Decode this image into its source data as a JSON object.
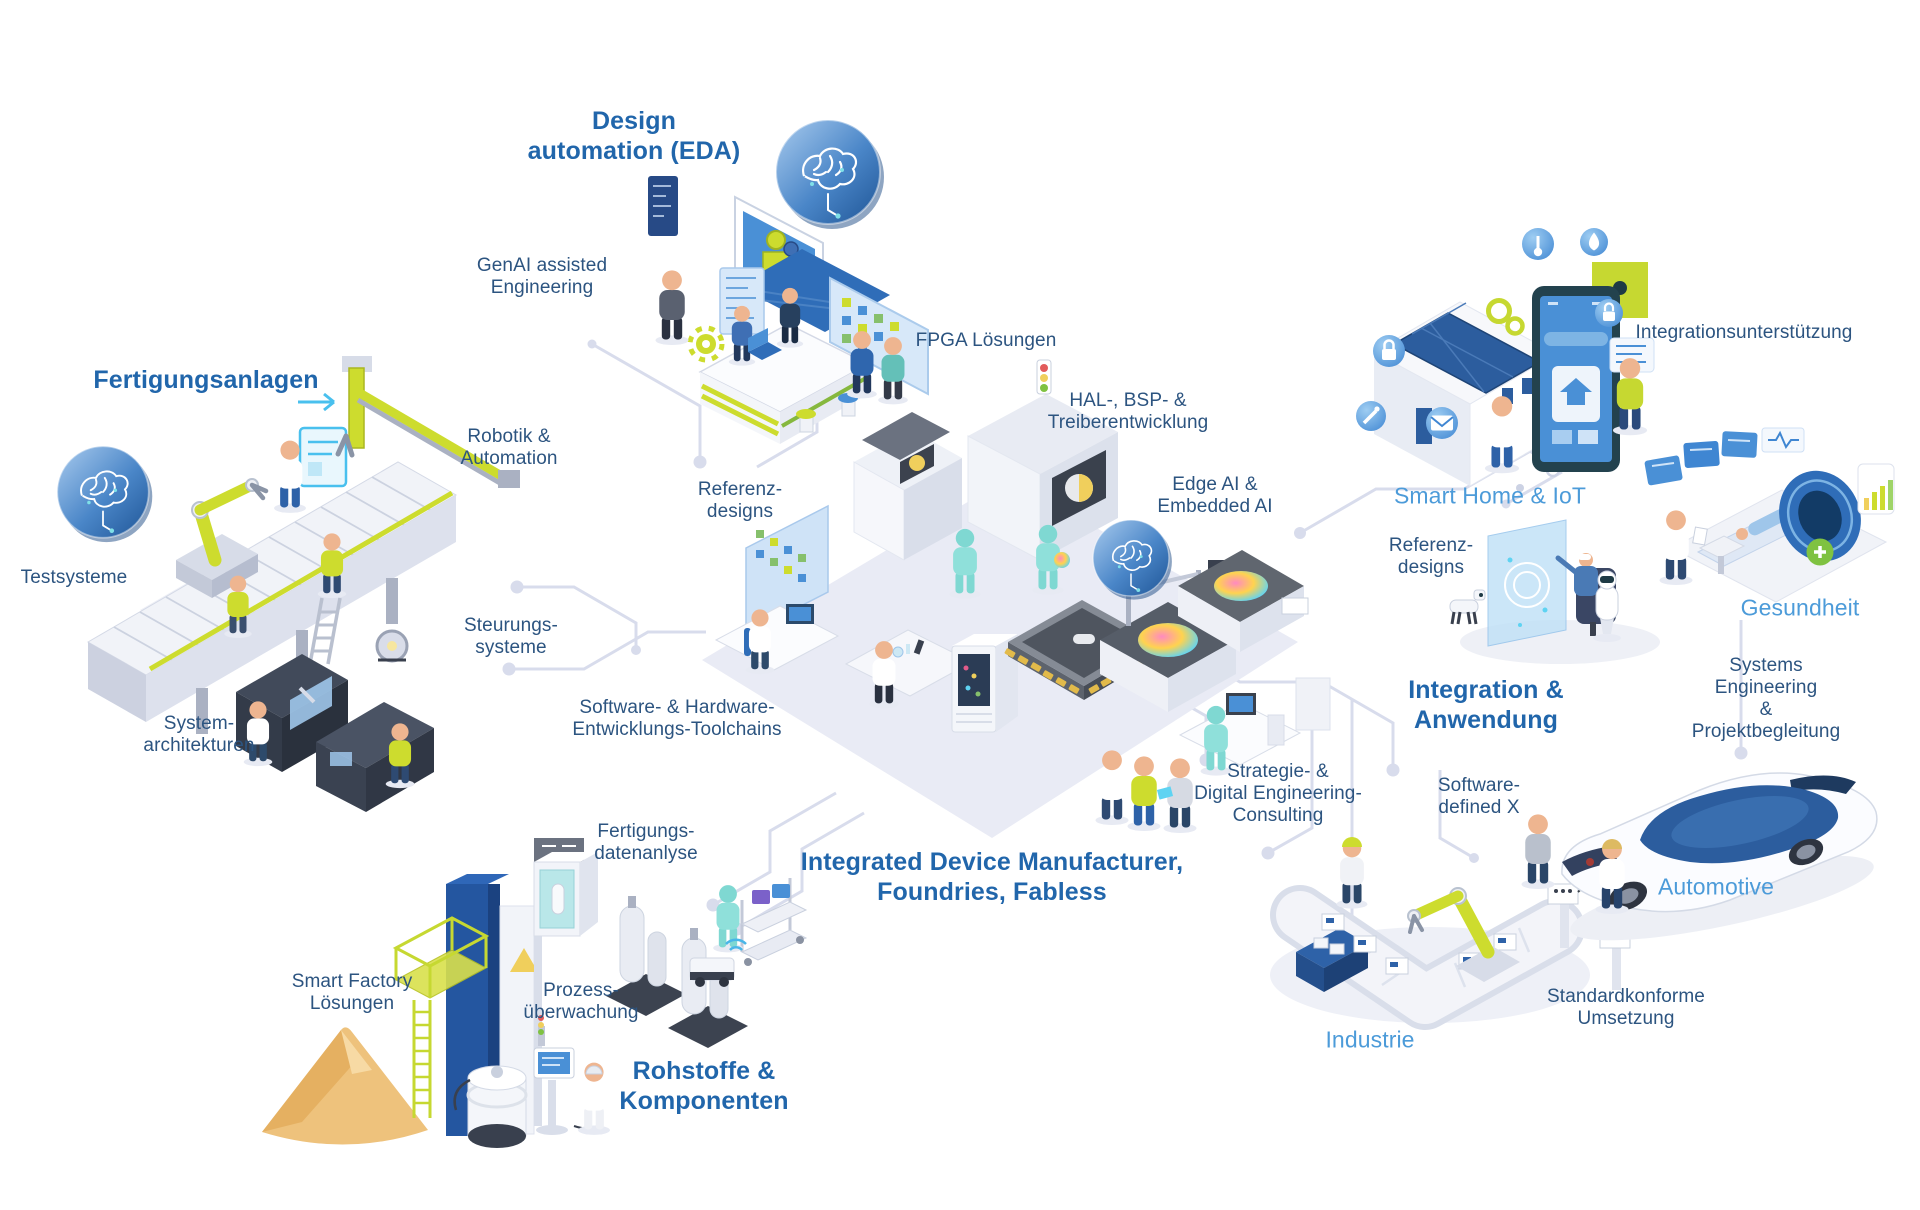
{
  "colors": {
    "heading_blue": "#2166ab",
    "label_navy": "#2c5480",
    "category_light_blue": "#4c9bd9",
    "accent_lime": "#c6d831",
    "accent_teal": "#7fd8d2",
    "accent_blue": "#2f6db8",
    "trace_lavender": "#d8dcec",
    "sand": "#eec27c"
  },
  "sections": {
    "fertigungsanlagen": {
      "title": "Fertigungsanlagen",
      "labels": {
        "testsysteme": "Testsysteme",
        "robotik": "Robotik &\nAutomation",
        "steuerungssysteme": "Steurungs-\nsysteme",
        "systemarchitekturen": "System-\narchitekturen"
      }
    },
    "design_automation": {
      "title": "Design\nautomation (EDA)",
      "labels": {
        "genai": "GenAI assisted\nEngineering",
        "fpga": "FPGA Lösungen"
      }
    },
    "idm": {
      "title": "Integrated Device Manufacturer,\nFoundries, Fabless",
      "labels": {
        "referenzdesigns": "Referenz-\ndesigns",
        "hal_bsp_treiber": "HAL-, BSP- &\nTreiberentwicklung",
        "edge_embedded_ai": "Edge AI &\nEmbedded AI",
        "toolchains": "Software- & Hardware-\nEntwicklungs-Toolchains",
        "strategie_consulting": "Strategie- &\nDigital Engineering-\nConsulting"
      }
    },
    "rohstoffe": {
      "title": "Rohstoffe &\nKomponenten",
      "labels": {
        "smart_factory": "Smart Factory\nLösungen",
        "fertigungsdaten": "Fertigungs-\ndatenanlyse",
        "prozessueberwachung": "Prozess-\nüberwachung"
      }
    },
    "integration": {
      "title": "Integration &\nAnwendung",
      "labels": {
        "integrationsunterstuetzung": "Integrationsunterstützung",
        "smart_home_iot": "Smart Home & IoT",
        "referenzdesigns": "Referenz-\ndesigns",
        "gesundheit": "Gesundheit",
        "systems_engineering": "Systems Engineering\n& Projektbegleitung",
        "software_defined_x": "Software-\ndefined X",
        "automotive": "Automotive",
        "industrie": "Industrie",
        "standardkonforme_umsetzung": "Standardkonforme\nUmsetzung"
      }
    }
  }
}
